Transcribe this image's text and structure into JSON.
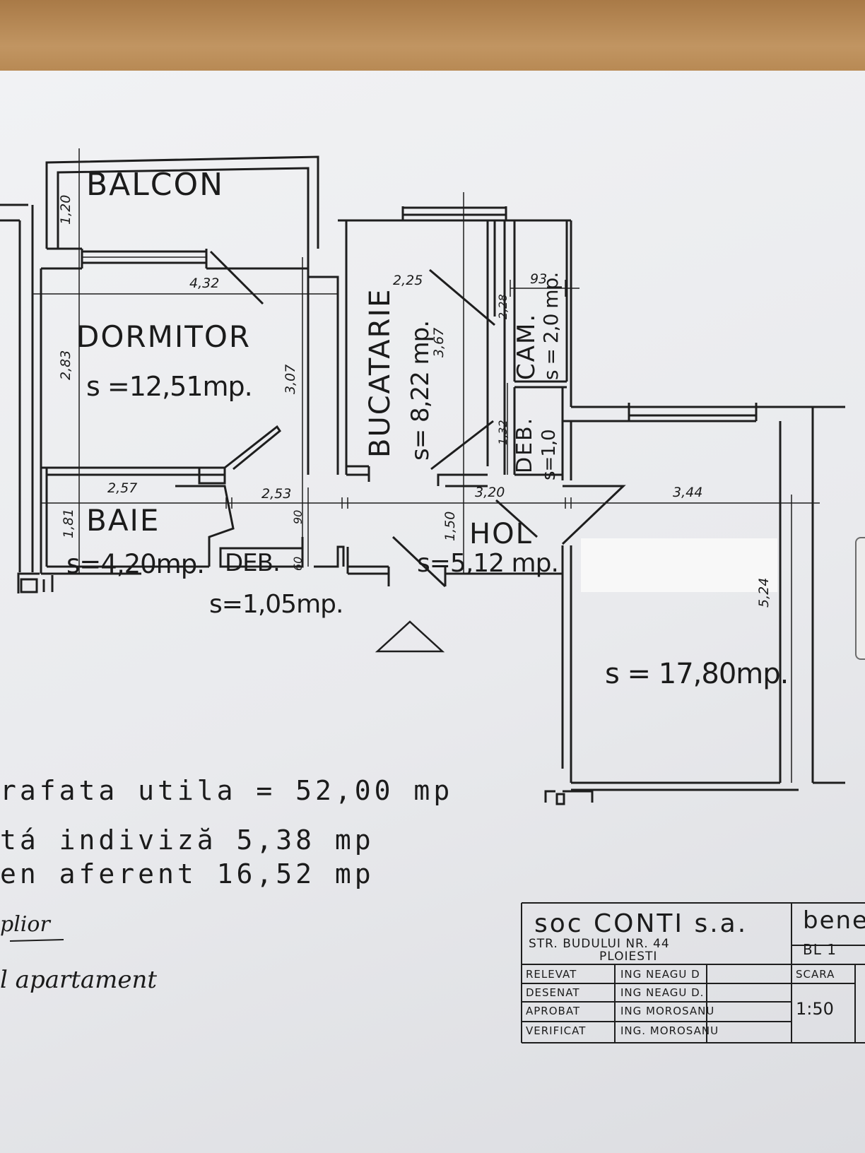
{
  "rooms": {
    "balcon": "BALCON",
    "dormitor": "DORMITOR",
    "dormitor_area": "s =12,51mp.",
    "bucatarie": "BUCATARIE",
    "bucatarie_area": "s= 8,22 mp.",
    "cam": "CAM.",
    "cam_area": "s = 2,0 mp.",
    "deb_right": "DEB.",
    "deb_right_area": "s=1,0",
    "baie": "BAIE",
    "baie_area": "s=4,20mp.",
    "deb_left": "DEB.",
    "deb_left_area": "s=1,05mp.",
    "hol": "HOL",
    "hol_area": "s=5,12 mp.",
    "living_area": "s = 17,80mp."
  },
  "dimensions": {
    "balcon_depth": "1,20",
    "dormitor_width": "4,32",
    "dormitor_depth": "2,83",
    "dormitor_right": "3,07",
    "bucatarie_width": "2,25",
    "bucatarie_depth": "3,67",
    "cam_depth": "2,28",
    "cam_width": "93",
    "deb_right_depth": "1,32",
    "baie_width": "2,57",
    "baie_depth": "1,81",
    "hall_width": "2,53",
    "deb_left_90": "90",
    "deb_left_60": "60",
    "hol_depth": "1,50",
    "hol_width": "3,20",
    "living_width": "3,44",
    "living_depth": "5,24"
  },
  "summary": {
    "suprafata": "rafata  utila = 52,00 mp",
    "indiviza": "tá indiviză        5,38 mp",
    "teren": "en  aferent       16,52 mp"
  },
  "handwriting": {
    "line1": "plior",
    "line2": "l apartament"
  },
  "title_block": {
    "company": "soc CONTI s.a.",
    "address1": "STR. BUDULUI NR. 44",
    "address2": "PLOIESTI",
    "relevat_label": "RELEVAT",
    "relevat_name": "ING NEAGU D",
    "desenat_label": "DESENAT",
    "desenat_name": "ING NEAGU D.",
    "aprobat_label": "APROBAT",
    "aprobat_name": "ING MOROSANU",
    "verificat_label": "VERIFICAT",
    "verificat_name": "ING. MOROSANU",
    "beneficiar": "bene",
    "bloc": "BL 1",
    "scara_label": "SCARA",
    "scara_value": "1:50"
  }
}
